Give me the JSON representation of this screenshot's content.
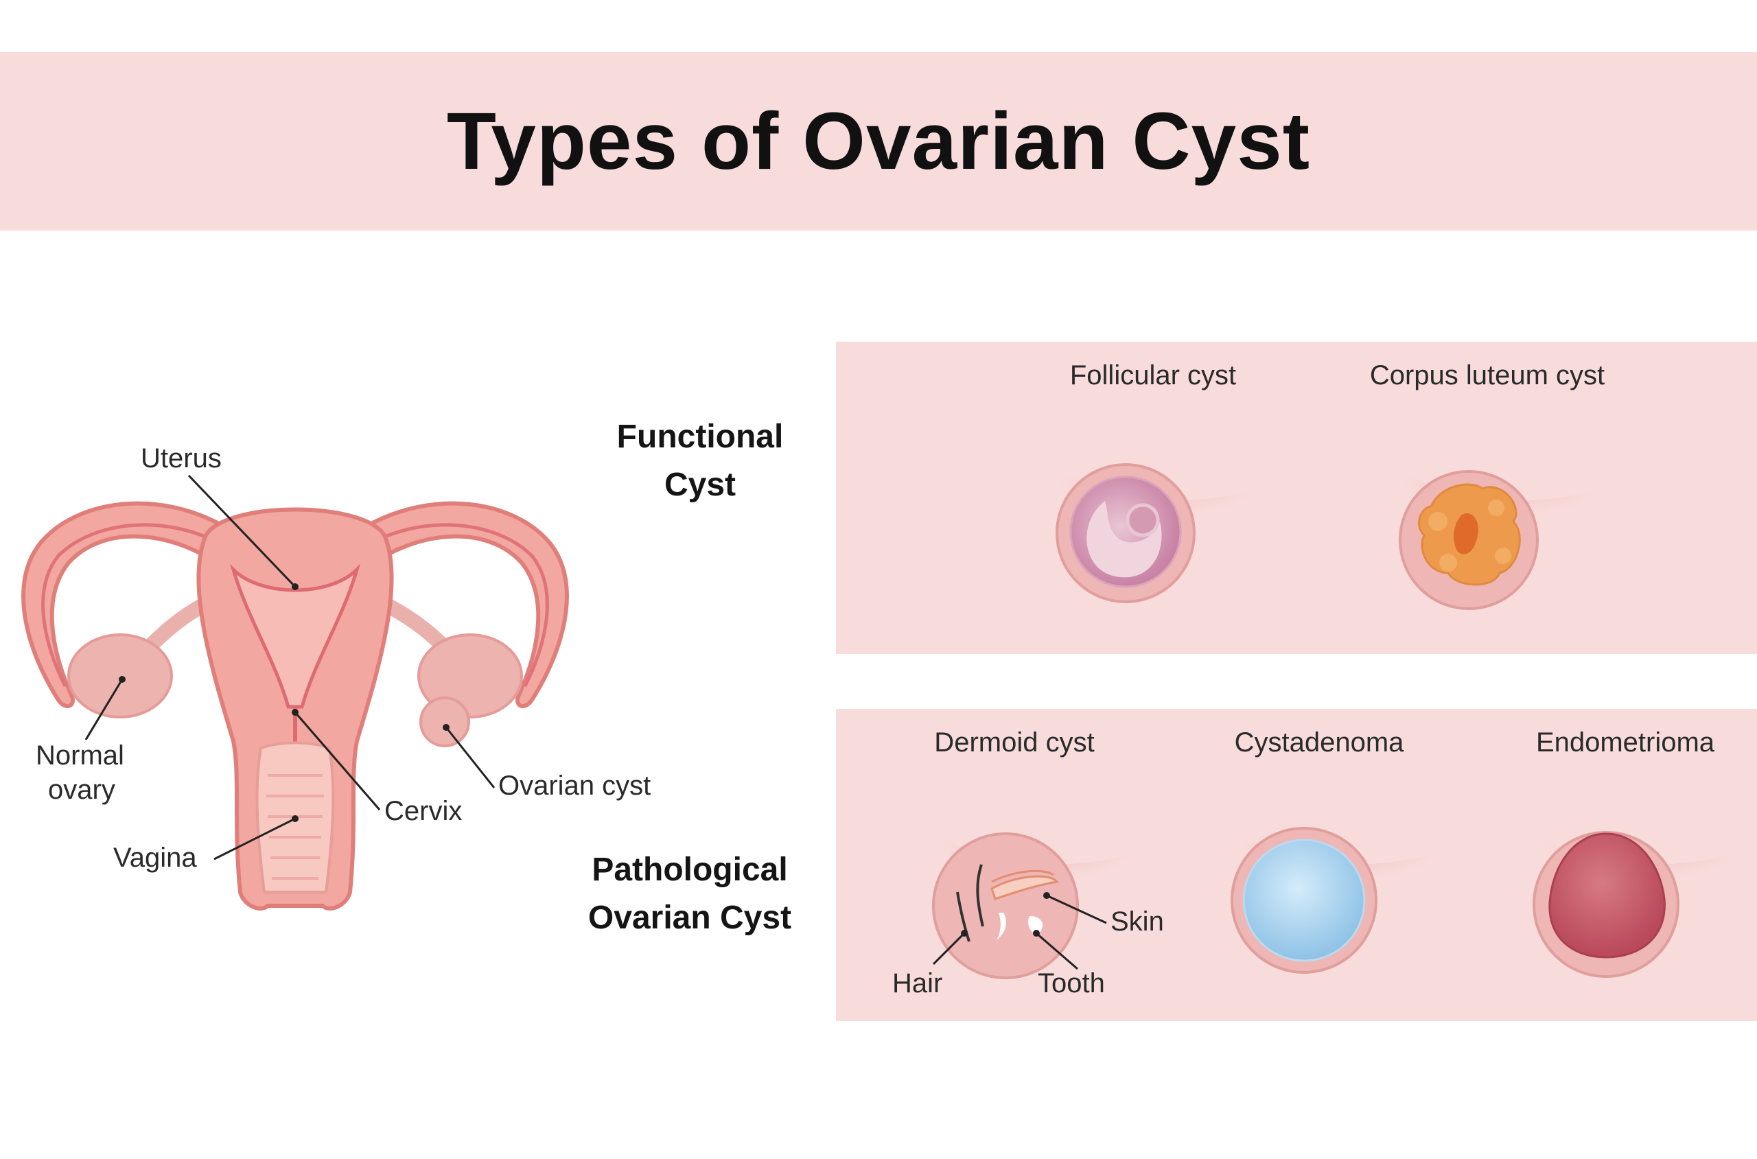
{
  "title": "Types of Ovarian Cyst",
  "anatomy_labels": {
    "uterus": "Uterus",
    "normal_ovary_line1": "Normal",
    "normal_ovary_line2": "ovary",
    "ovarian_cyst": "Ovarian cyst",
    "cervix": "Cervix",
    "vagina": "Vagina"
  },
  "functional": {
    "label_line1": "Functional",
    "label_line2": "Cyst",
    "cysts": [
      "Follicular cyst",
      "Corpus luteum cyst"
    ]
  },
  "pathological": {
    "label_line1": "Pathological",
    "label_line2": "Ovarian Cyst",
    "cysts": [
      "Dermoid cyst",
      "Cystadenoma",
      "Endometrioma"
    ],
    "dermoid_parts": [
      "Skin",
      "Hair",
      "Tooth"
    ]
  },
  "colors": {
    "banner": "#f8dcdb",
    "uterus_fill": "#f2a7a0",
    "uterus_stroke": "#e07e7a",
    "ovary": "#edb3ae",
    "cystadenoma": "#a9d1ec",
    "endometrioma": "#c65b68",
    "corpus_luteum": "#ee9a4d"
  }
}
